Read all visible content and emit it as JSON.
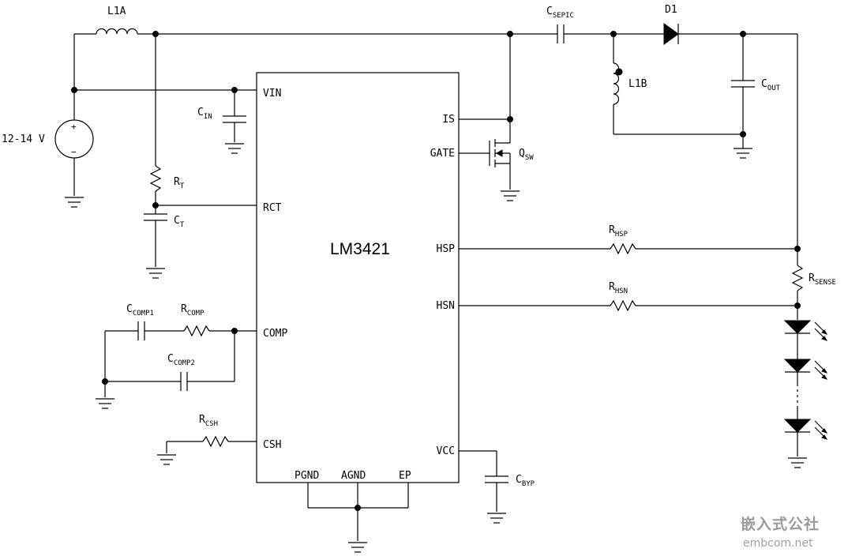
{
  "chip": {
    "name": "LM3421"
  },
  "pins": {
    "vin": "VIN",
    "rct": "RCT",
    "comp": "COMP",
    "csh": "CSH",
    "is": "IS",
    "gate": "GATE",
    "hsp": "HSP",
    "hsn": "HSN",
    "vcc": "VCC",
    "pgnd": "PGND",
    "agnd": "AGND",
    "ep": "EP"
  },
  "components": {
    "source": "12-14 V",
    "l1a": "L1A",
    "l1b": "L1B",
    "d1": "D1",
    "csepic": {
      "base": "C",
      "sub": "SEPIC"
    },
    "cout": {
      "base": "C",
      "sub": "OUT"
    },
    "cin": {
      "base": "C",
      "sub": "IN"
    },
    "rt": {
      "base": "R",
      "sub": "T"
    },
    "ct": {
      "base": "C",
      "sub": "T"
    },
    "qsw": {
      "base": "Q",
      "sub": "SW"
    },
    "rhsp": {
      "base": "R",
      "sub": "HSP"
    },
    "rhsn": {
      "base": "R",
      "sub": "HSN"
    },
    "rsense": {
      "base": "R",
      "sub": "SENSE"
    },
    "ccomp1": {
      "base": "C",
      "sub": "COMP1"
    },
    "rcomp": {
      "base": "R",
      "sub": "COMP"
    },
    "ccomp2": {
      "base": "C",
      "sub": "COMP2"
    },
    "rcsh": {
      "base": "R",
      "sub": "CSH"
    },
    "cbyp": {
      "base": "C",
      "sub": "BYP"
    }
  },
  "watermark": {
    "cn": "嵌入式公社",
    "url": "embcom.net"
  }
}
